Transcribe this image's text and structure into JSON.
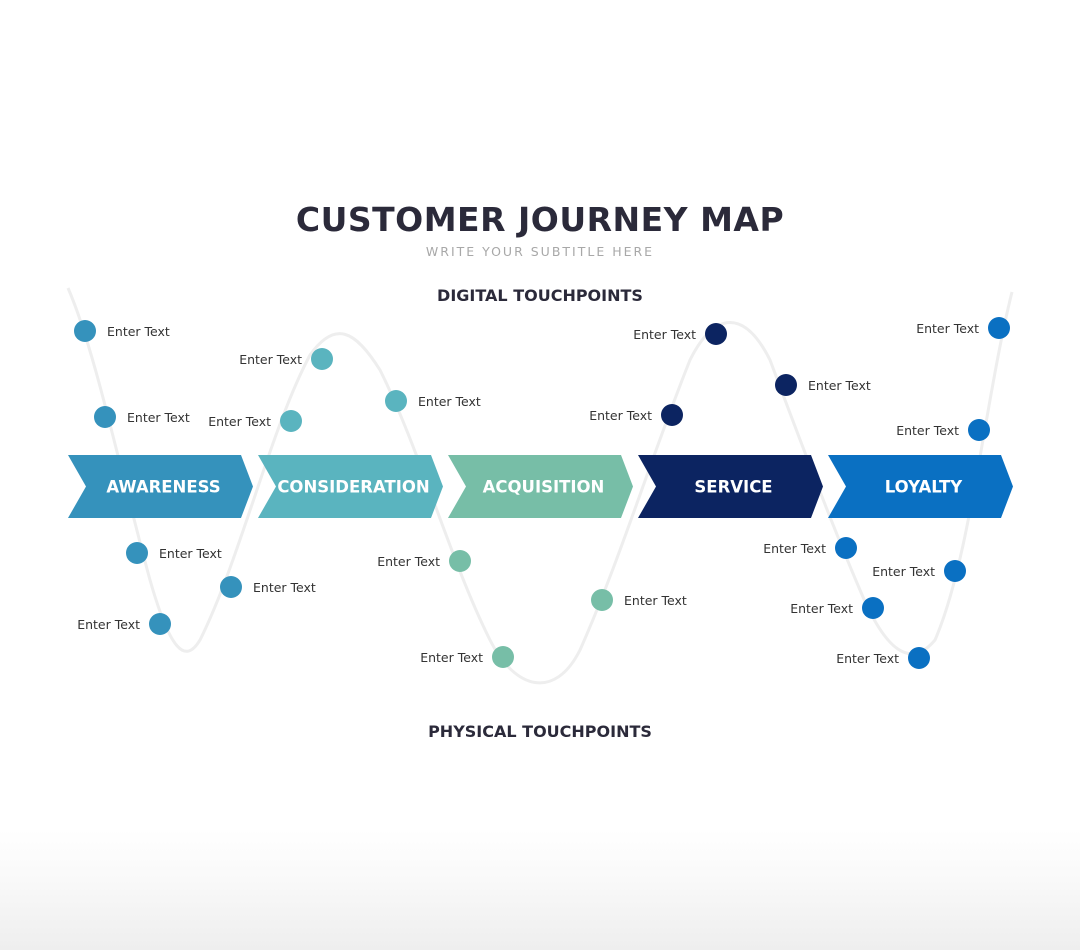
{
  "header": {
    "title": "CUSTOMER JOURNEY MAP",
    "subtitle": "WRITE YOUR SUBTITLE HERE"
  },
  "sections": {
    "digital": "DIGITAL TOUCHPOINTS",
    "physical": "PHYSICAL TOUCHPOINTS"
  },
  "colors": {
    "awareness": "#3592bc",
    "consideration": "#5ab4bf",
    "acquisition": "#77bea7",
    "service": "#0c2461",
    "loyalty": "#0a70c2",
    "curve": "#eeeeee"
  },
  "stages": [
    {
      "label": "AWARENESS",
      "color_key": "awareness"
    },
    {
      "label": "CONSIDERATION",
      "color_key": "consideration"
    },
    {
      "label": "ACQUISITION",
      "color_key": "acquisition"
    },
    {
      "label": "SERVICE",
      "color_key": "service"
    },
    {
      "label": "LOYALTY",
      "color_key": "loyalty"
    }
  ],
  "touchpoints": [
    {
      "text": "Enter Text",
      "type": "digital",
      "stage": "awareness",
      "side": "right"
    },
    {
      "text": "Enter Text",
      "type": "digital",
      "stage": "awareness",
      "side": "right"
    },
    {
      "text": "Enter Text",
      "type": "physical",
      "stage": "awareness",
      "side": "right"
    },
    {
      "text": "Enter Text",
      "type": "physical",
      "stage": "awareness",
      "side": "left"
    },
    {
      "text": "Enter Text",
      "type": "physical",
      "stage": "awareness",
      "side": "right"
    },
    {
      "text": "Enter Text",
      "type": "digital",
      "stage": "consideration",
      "side": "left"
    },
    {
      "text": "Enter Text",
      "type": "digital",
      "stage": "consideration",
      "side": "left"
    },
    {
      "text": "Enter Text",
      "type": "digital",
      "stage": "consideration",
      "side": "right"
    },
    {
      "text": "Enter Text",
      "type": "physical",
      "stage": "acquisition",
      "side": "left"
    },
    {
      "text": "Enter Text",
      "type": "physical",
      "stage": "acquisition",
      "side": "left"
    },
    {
      "text": "Enter Text",
      "type": "physical",
      "stage": "acquisition",
      "side": "right"
    },
    {
      "text": "Enter Text",
      "type": "digital",
      "stage": "service",
      "side": "left"
    },
    {
      "text": "Enter Text",
      "type": "digital",
      "stage": "service",
      "side": "left"
    },
    {
      "text": "Enter Text",
      "type": "digital",
      "stage": "service",
      "side": "right"
    },
    {
      "text": "Enter Text",
      "type": "physical",
      "stage": "loyalty",
      "side": "left"
    },
    {
      "text": "Enter Text",
      "type": "physical",
      "stage": "loyalty",
      "side": "left"
    },
    {
      "text": "Enter Text",
      "type": "physical",
      "stage": "loyalty",
      "side": "left"
    },
    {
      "text": "Enter Text",
      "type": "physical",
      "stage": "loyalty",
      "side": "left"
    },
    {
      "text": "Enter Text",
      "type": "digital",
      "stage": "loyalty",
      "side": "left"
    },
    {
      "text": "Enter Text",
      "type": "digital",
      "stage": "loyalty",
      "side": "left"
    }
  ]
}
